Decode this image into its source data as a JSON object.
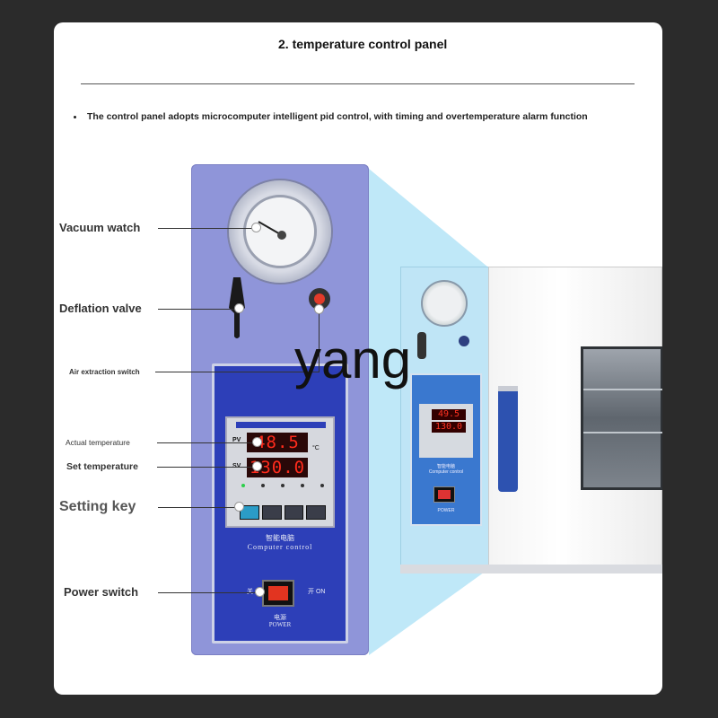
{
  "section": {
    "title": "2. temperature control panel",
    "bullet": "The control panel adopts microcomputer intelligent pid control, with timing and overtemperature alarm function"
  },
  "callouts": {
    "vacuum_watch": "Vacuum watch",
    "deflation_valve": "Deflation valve",
    "air_extraction_switch": "Air extraction switch",
    "actual_temperature": "Actual temperature",
    "set_temperature": "Set temperature",
    "setting_key": "Setting key",
    "power_switch": "Power switch"
  },
  "controller": {
    "pv_label": "PV",
    "sv_label": "SV",
    "pv_value": "48.5",
    "sv_value": "130.0",
    "degree_unit": "°C",
    "cn_label": "智能电脑",
    "en_label": "Computer control"
  },
  "power": {
    "off_label": "关 OFF",
    "on_label": "开 ON",
    "cn_label": "电源",
    "en_label": "POWER"
  },
  "machine": {
    "pv_value": "49.5",
    "sv_value": "130.0",
    "cn_label": "智能电脑",
    "en_label": "Computer control",
    "power_label": "POWER"
  },
  "watermark": "yang",
  "colors": {
    "panel": "#8f95d9",
    "controller": "#2d3fb8",
    "projection": "#bfe8f8",
    "handle": "#2d52b0",
    "display_red": "#ff2b1c"
  }
}
